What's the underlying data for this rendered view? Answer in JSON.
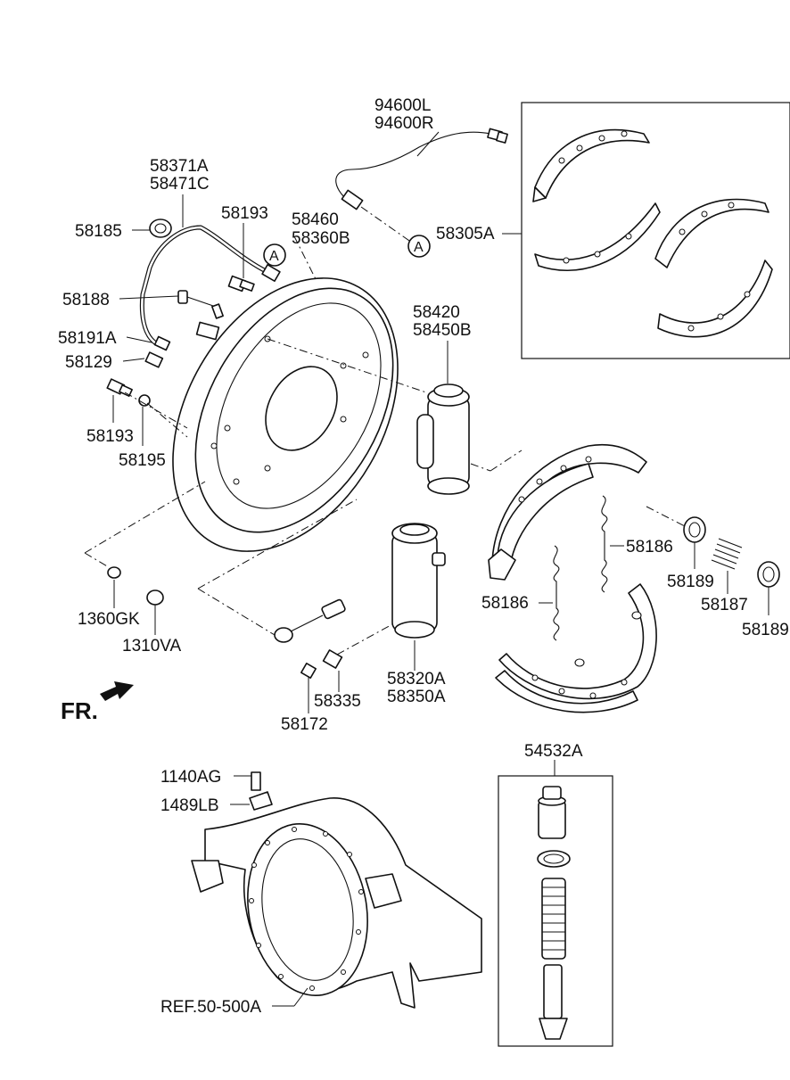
{
  "labels": {
    "p94600": [
      "94600L",
      "94600R"
    ],
    "p58371": [
      "58371A",
      "58471C"
    ],
    "p58185": "58185",
    "p58193_top": "58193",
    "p58460": [
      "58460",
      "58360B"
    ],
    "p58305": "58305A",
    "p58188": "58188",
    "p58191": "58191A",
    "p58129": "58129",
    "p58193_bot": "58193",
    "p58195": "58195",
    "p58420": [
      "58420",
      "58450B"
    ],
    "p58186_a": "58186",
    "p58186_b": "58186",
    "p58189_a": "58189",
    "p58189_b": "58189",
    "p58187": "58187",
    "p1360": "1360GK",
    "p1310": "1310VA",
    "p58320": [
      "58320A",
      "58350A"
    ],
    "p58335": "58335",
    "p58172": "58172",
    "fr": "FR.",
    "callout_a": "A",
    "p54532": "54532A",
    "p1140": "1140AG",
    "p1489": "1489LB",
    "ref": "REF.50-500A"
  }
}
